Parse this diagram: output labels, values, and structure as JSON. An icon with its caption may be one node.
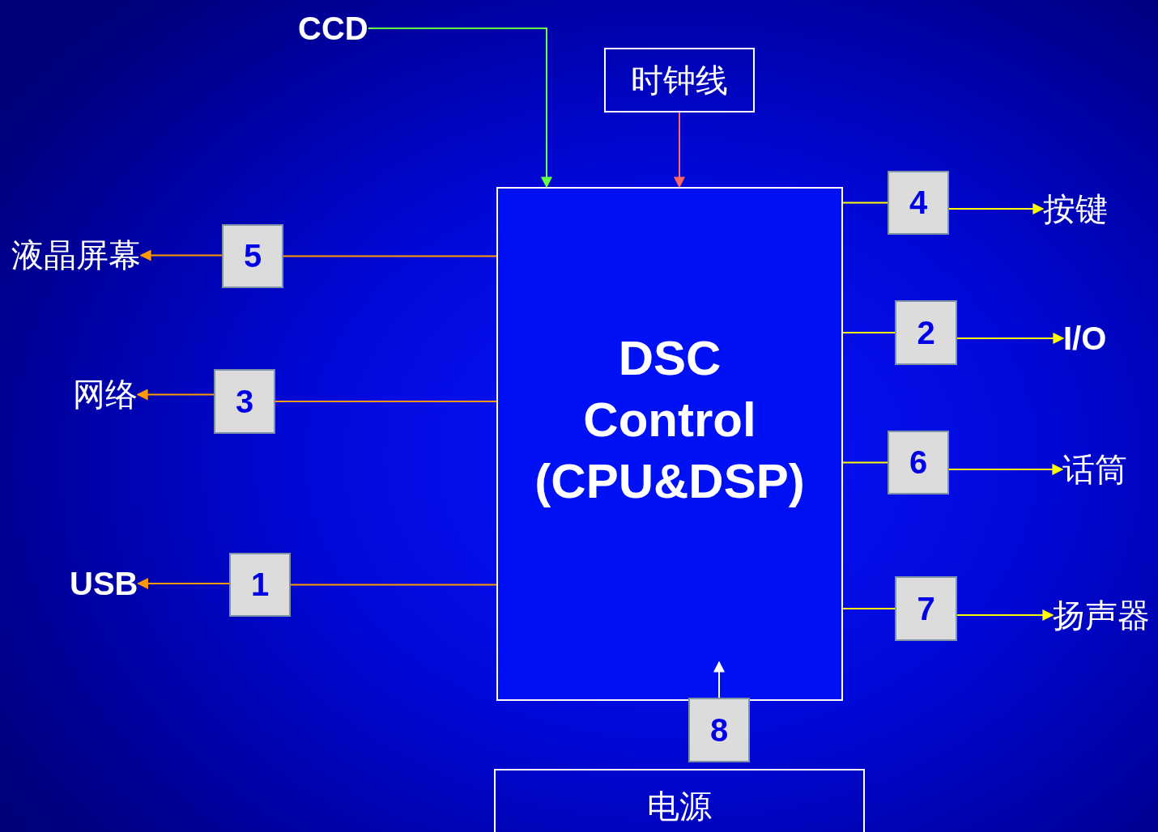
{
  "diagram": {
    "nodes": [
      {
        "text": [
          "CCD"
        ]
      },
      {
        "text": [
          "时钟线"
        ]
      },
      {
        "text": [
          "DSC Control (CPU&DSP)"
        ]
      },
      {
        "text": [
          "液晶屏幕"
        ]
      },
      {
        "text": [
          "5"
        ]
      },
      {
        "text": [
          "网络"
        ]
      },
      {
        "text": [
          "3"
        ]
      },
      {
        "text": [
          "USB"
        ]
      },
      {
        "text": [
          "1"
        ]
      },
      {
        "text": [
          "4"
        ]
      },
      {
        "text": [
          "按键"
        ]
      },
      {
        "text": [
          "2"
        ]
      },
      {
        "text": [
          "I/O"
        ]
      },
      {
        "text": [
          "6"
        ]
      },
      {
        "text": [
          "话筒"
        ]
      },
      {
        "text": [
          "7"
        ]
      },
      {
        "text": [
          "扬声器"
        ]
      },
      {
        "text": [
          "8"
        ]
      },
      {
        "text": [
          "电源"
        ]
      }
    ],
    "edges": [
      {
        "from": 0,
        "to": 2,
        "arrow": "to",
        "color": "#66ff44"
      },
      {
        "from": 1,
        "to": 2,
        "arrow": "to",
        "color": "#ff6666"
      },
      {
        "from": 2,
        "to": 4,
        "arrow": "none",
        "color": "#ff9900"
      },
      {
        "from": 4,
        "to": 3,
        "arrow": "to",
        "color": "#ff9900"
      },
      {
        "from": 2,
        "to": 6,
        "arrow": "none",
        "color": "#ff9900"
      },
      {
        "from": 6,
        "to": 5,
        "arrow": "to",
        "color": "#ff9900"
      },
      {
        "from": 2,
        "to": 8,
        "arrow": "none",
        "color": "#ff9900"
      },
      {
        "from": 8,
        "to": 7,
        "arrow": "to",
        "color": "#ff9900"
      },
      {
        "from": 2,
        "to": 9,
        "arrow": "none",
        "color": "#ffff00"
      },
      {
        "from": 9,
        "to": 10,
        "arrow": "to",
        "color": "#ffff00"
      },
      {
        "from": 2,
        "to": 11,
        "arrow": "none",
        "color": "#ffff00"
      },
      {
        "from": 11,
        "to": 12,
        "arrow": "to",
        "color": "#ffff00"
      },
      {
        "from": 2,
        "to": 13,
        "arrow": "none",
        "color": "#ffff00"
      },
      {
        "from": 13,
        "to": 14,
        "arrow": "to",
        "color": "#ffff00"
      },
      {
        "from": 2,
        "to": 15,
        "arrow": "none",
        "color": "#ffff00"
      },
      {
        "from": 15,
        "to": 16,
        "arrow": "to",
        "color": "#ffff00"
      },
      {
        "from": 17,
        "to": 2,
        "arrow": "to",
        "color": "#ffffff"
      }
    ]
  }
}
